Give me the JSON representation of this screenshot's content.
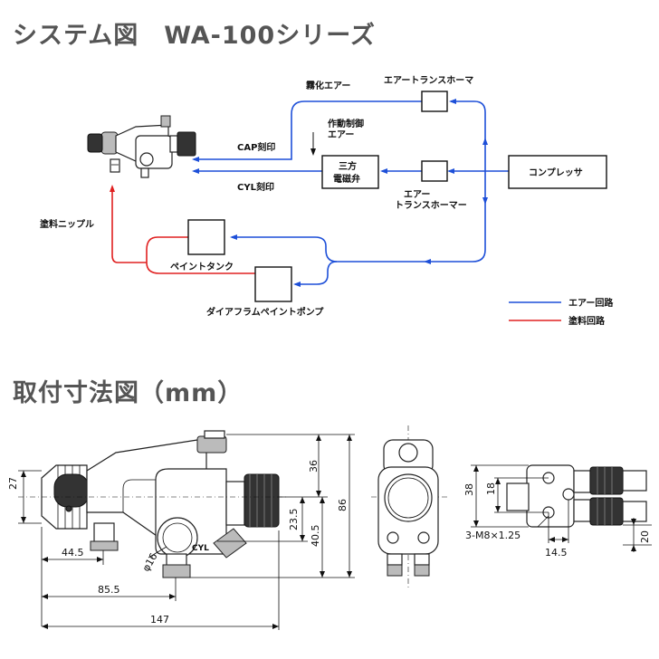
{
  "titles": {
    "system": "システム図　WA-100シリーズ",
    "dimensions": "取付寸法図（mm）"
  },
  "system_diagram": {
    "labels": {
      "atomizing_air": "霧化エアー",
      "transformer_top": "エアートランスホーマ",
      "actuating_air_line1": "作動制御",
      "actuating_air_line2": "エアー",
      "cap_mark": "CAP刻印",
      "cyl_mark": "CYL刻印",
      "valve_line1": "三方",
      "valve_line2": "電磁弁",
      "transformer_mid_line1": "エアー",
      "transformer_mid_line2": "トランスホーマー",
      "compressor": "コンプレッサ",
      "paint_nipple": "塗料ニップル",
      "paint_tank": "ペイントタンク",
      "diaphragm_pump": "ダイアフラムペイントポンプ"
    },
    "legend": {
      "air_circuit": "エアー回路",
      "paint_circuit": "塗料回路",
      "air_color": "#1d4fd8",
      "paint_color": "#e02020"
    }
  },
  "dimension_drawing": {
    "side_view": {
      "d27": "27",
      "d44_5": "44.5",
      "d85_5": "85.5",
      "d147": "147",
      "d36": "36",
      "d23_5": "23.5",
      "d40_5": "40.5",
      "d86": "86",
      "phi16": "φ16",
      "cyl": "CYL"
    },
    "end_view": {
      "d38": "38",
      "d18": "18",
      "thread": "3-M8×1.25",
      "d14_5": "14.5",
      "d20": "20"
    }
  }
}
